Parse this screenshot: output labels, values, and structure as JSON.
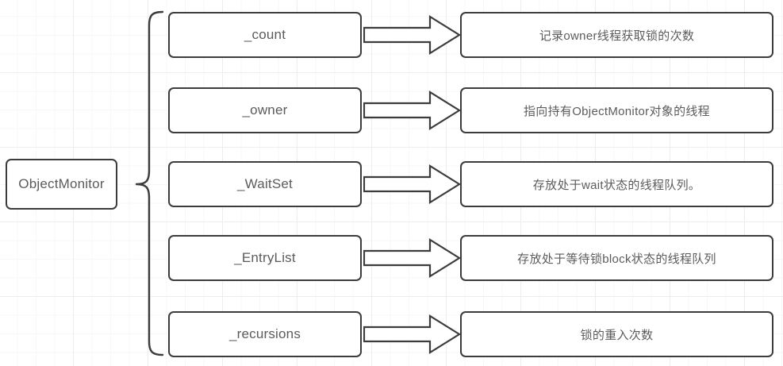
{
  "diagram": {
    "title": "ObjectMonitor",
    "root": {
      "label": "ObjectMonitor"
    },
    "brace": {
      "icon": "left-curly-brace"
    },
    "arrow_icon": "block-arrow-right",
    "colors": {
      "stroke": "#3c3c3c",
      "text": "#5b5b5b",
      "background": "#ffffff",
      "grid_minor": "#f7f7f7",
      "grid_major": "#ededed"
    },
    "rows": [
      {
        "field": "_count",
        "description": "记录owner线程获取锁的次数"
      },
      {
        "field": "_owner",
        "description": "指向持有ObjectMonitor对象的线程"
      },
      {
        "field": "_WaitSet",
        "description": "存放处于wait状态的线程队列。"
      },
      {
        "field": "_EntryList",
        "description": "存放处于等待锁block状态的线程队列"
      },
      {
        "field": "_recursions",
        "description": "锁的重入次数"
      }
    ]
  }
}
